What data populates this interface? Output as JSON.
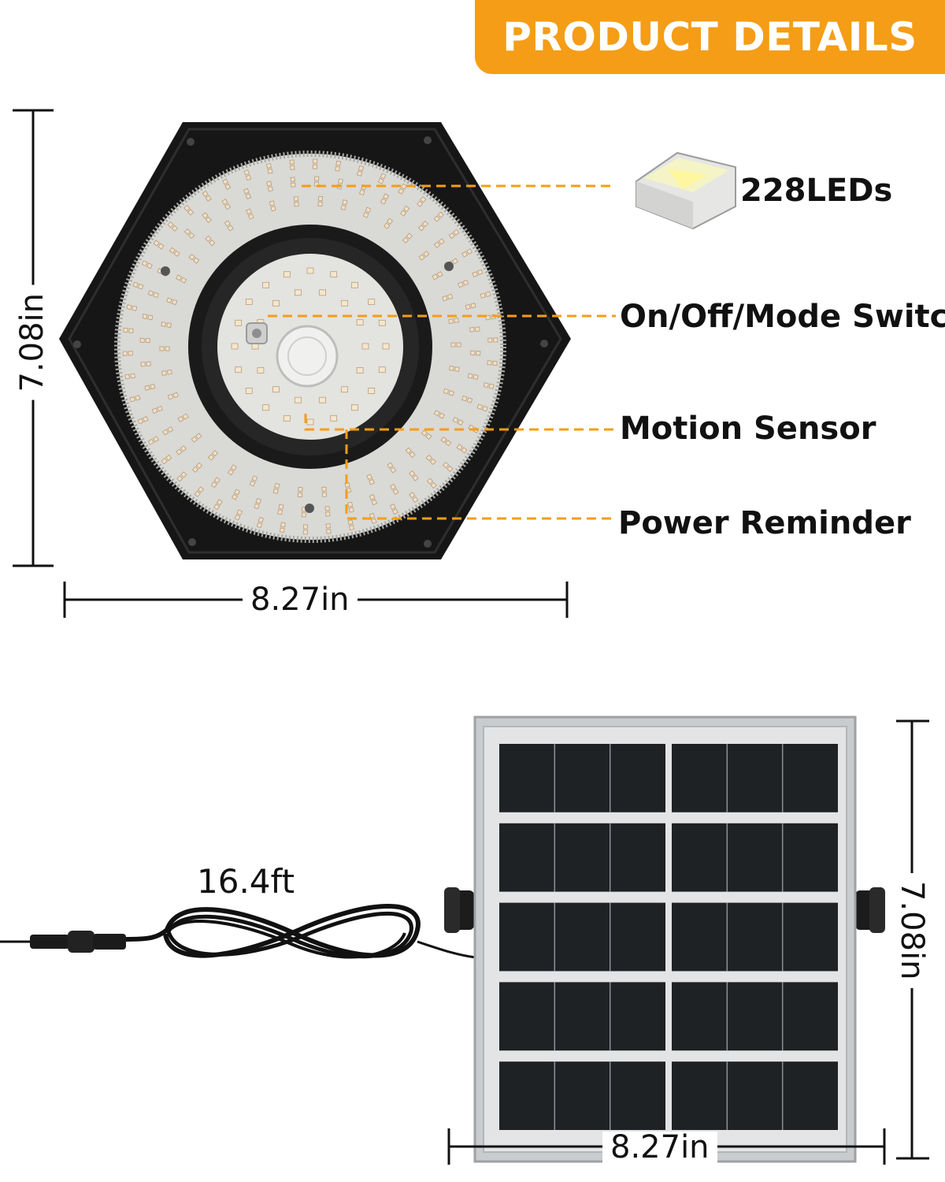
{
  "banner": {
    "title": "PRODUCT DETAILS"
  },
  "callouts": {
    "leds": "228LEDs",
    "switch": "On/Off/Mode Switch",
    "sensor": "Motion Sensor",
    "reminder": "Power Reminder"
  },
  "dimensions": {
    "lamp_height": "7.08in",
    "lamp_width": "8.27in",
    "cable_length": "16.4ft",
    "panel_height": "7.08in",
    "panel_width": "8.27in"
  },
  "colors": {
    "accent": "#f59d16",
    "lamp_body": "#161616",
    "panel_frame": "#c9ccce",
    "panel_cell": "#1f2225"
  }
}
